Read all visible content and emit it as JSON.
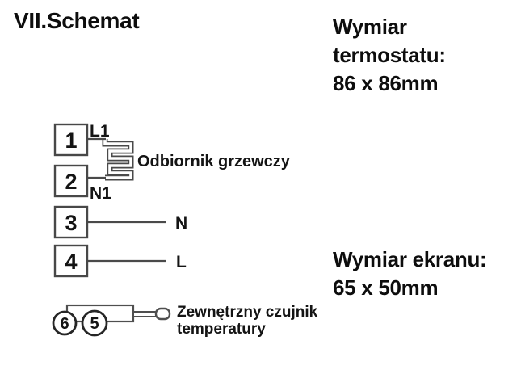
{
  "palette": {
    "background": "#ffffff",
    "text": "#0d0d0d",
    "diagram_line": "#4a4a4a",
    "sensor_ring_stroke": "#262626"
  },
  "header": {
    "title": "VII.Schemat"
  },
  "notes": {
    "thermostat": {
      "lines": [
        "Wymiar",
        "termostatu:",
        "86 x 86mm"
      ]
    },
    "screen": {
      "lines": [
        "Wymiar ekranu:",
        "65 x 50mm"
      ]
    }
  },
  "schematic": {
    "terminals": {
      "t1": "1",
      "t2": "2",
      "t3": "3",
      "t4": "4"
    },
    "wire_labels": {
      "l1": "L1",
      "n1": "N1",
      "n": "N",
      "l": "L"
    },
    "heating_receiver": "Odbiornik grzewczy",
    "sensor": {
      "t6": "6",
      "t5": "5",
      "label_line1": "Zewnętrzny czujnik",
      "label_line2": "temperatury"
    }
  }
}
